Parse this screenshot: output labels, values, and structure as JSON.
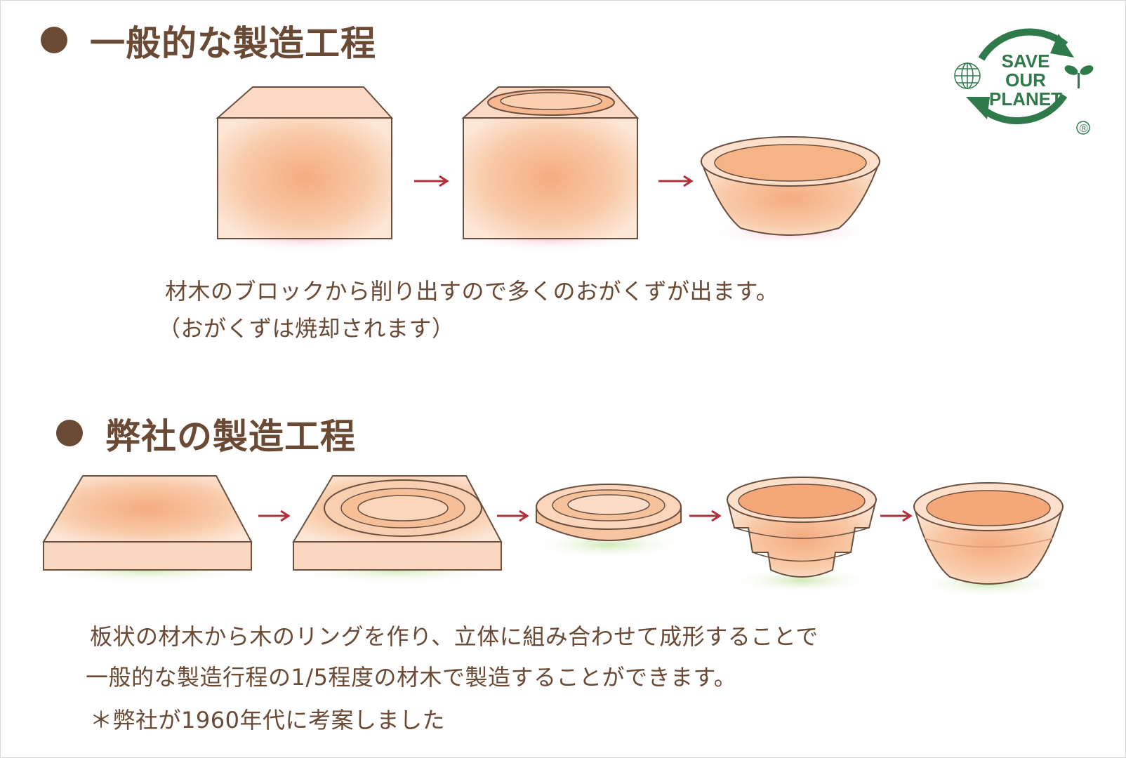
{
  "section_general": {
    "title": "一般的な製造工程",
    "line1": "材木のブロックから削り出すので多くのおがくずが出ます。",
    "line2": "（おがくずは焼却されます）"
  },
  "section_ours": {
    "title": "弊社の製造工程",
    "line1": "板状の材木から木のリングを作り、立体に組み合わせて成形することで",
    "line2": "一般的な製造行程の1/5程度の材木で製造することができます。",
    "note": "＊弊社が1960年代に考案しました"
  },
  "logo": {
    "text": "SAVE OUR PLANET",
    "line1": "SAVE",
    "line2": "OUR",
    "line3": "PLANET",
    "mark": "®"
  },
  "colors": {
    "text": "#6a4a34",
    "arrow": "#b2303a",
    "logo": "#2f7a4b",
    "wood": "#f4b890"
  }
}
